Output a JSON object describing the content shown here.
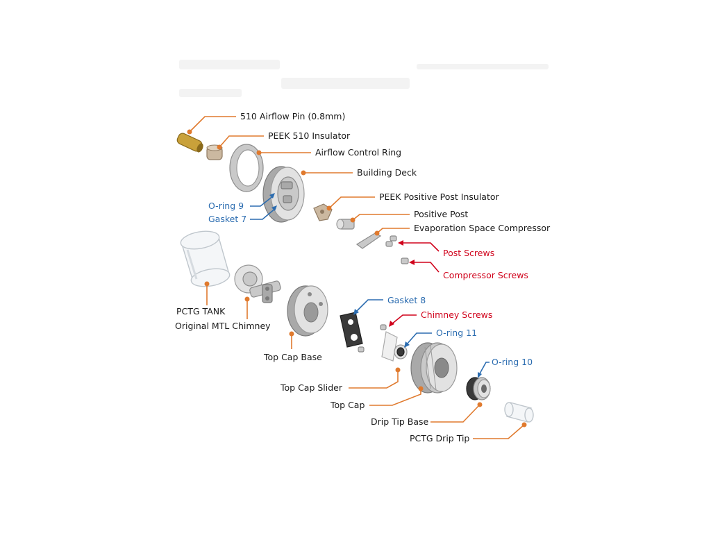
{
  "colors": {
    "leader_orange": "#e07a2e",
    "label_blue": "#2b6cb0",
    "label_red": "#d0021b",
    "label_black": "#1a1a1a"
  },
  "labels": {
    "airflow_pin": "510 Airflow Pin (0.8mm)",
    "peek_510_insulator": "PEEK 510 Insulator",
    "airflow_control_ring": "Airflow Control Ring",
    "building_deck": "Building Deck",
    "oring_9": "O-ring 9",
    "gasket_7": "Gasket 7",
    "peek_positive_post_insulator": "PEEK Positive Post Insulator",
    "positive_post": "Positive Post",
    "evaporation_space_compressor": "Evaporation Space Compressor",
    "post_screws": "Post Screws",
    "compressor_screws": "Compressor Screws",
    "pctg_tank": "PCTG TANK",
    "original_mtl_chimney": "Original MTL Chimney",
    "gasket_8": "Gasket 8",
    "chimney_screws": "Chimney Screws",
    "oring_11": "O-ring 11",
    "top_cap_base": "Top Cap Base",
    "top_cap_slider": "Top Cap Slider",
    "top_cap": "Top Cap",
    "oring_10": "O-ring 10",
    "drip_tip_base": "Drip Tip Base",
    "pctg_drip_tip": "PCTG Drip Tip"
  }
}
